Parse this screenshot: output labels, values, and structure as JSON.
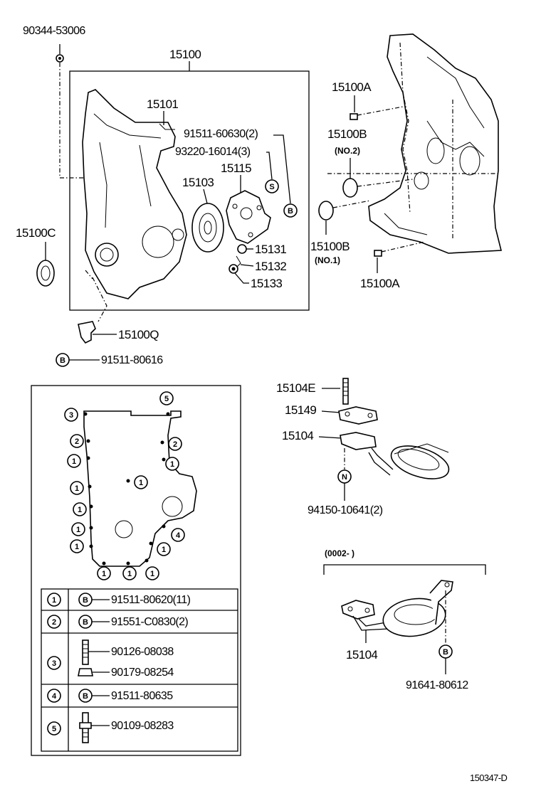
{
  "labels": {
    "p_90344": "90344-53006",
    "p_15100": "15100",
    "p_15101": "15101",
    "p_91511_60630": "91511-60630(2)",
    "p_93220": "93220-16014(3)",
    "p_15115": "15115",
    "p_15103": "15103",
    "p_15131": "15131",
    "p_15132": "15132",
    "p_15133": "15133",
    "p_15100C": "15100C",
    "p_15100Q": "15100Q",
    "p_91511_80616": "91511-80616",
    "p_15100A_top": "15100A",
    "p_15100B_top": "15100B",
    "no2": "(NO.2)",
    "p_15100B_bot": "15100B",
    "no1": "(NO.1)",
    "p_15100A_bot": "15100A",
    "p_15104E": "15104E",
    "p_15149": "15149",
    "p_15104_top": "15104",
    "p_94150": "94150-10641(2)",
    "date_range": "(0002-           )",
    "p_15104_bot": "15104",
    "p_91641": "91641-80612",
    "fig_code": "150347-D"
  },
  "circle_letters": {
    "S": "S",
    "B": "B",
    "N": "N"
  },
  "bolt_callouts": [
    "1",
    "2",
    "3",
    "4",
    "5"
  ],
  "bolt_table": [
    {
      "num": "1",
      "letter": "B",
      "parts": [
        "91511-80620(11)"
      ]
    },
    {
      "num": "2",
      "letter": "B",
      "parts": [
        "91551-C0830(2)"
      ]
    },
    {
      "num": "3",
      "letter": "",
      "parts": [
        "90126-08038",
        "90179-08254"
      ]
    },
    {
      "num": "4",
      "letter": "B",
      "parts": [
        "91511-80635"
      ]
    },
    {
      "num": "5",
      "letter": "",
      "parts": [
        "90109-08283"
      ]
    }
  ]
}
